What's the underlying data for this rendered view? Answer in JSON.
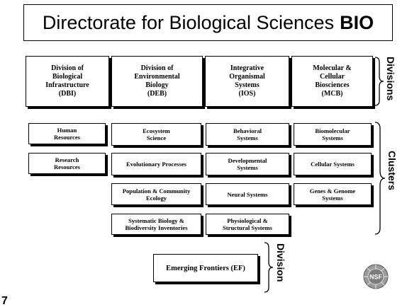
{
  "title": {
    "text": "Directorate for Biological Sciences",
    "abbr": "BIO"
  },
  "divisions": [
    {
      "lines": [
        "Division of",
        "Biological",
        "Infrastructure",
        "(DBI)"
      ]
    },
    {
      "lines": [
        "Division of",
        "Environmental",
        "Biology",
        "(DEB)"
      ]
    },
    {
      "lines": [
        "Integrative",
        "Organismal",
        "Systems",
        "(IOS)"
      ]
    },
    {
      "lines": [
        "Molecular &",
        "Cellular",
        "Biosciences",
        "(MCB)"
      ]
    }
  ],
  "clusters": {
    "dbi": [
      {
        "lines": [
          "Human",
          "Resources"
        ]
      },
      {
        "lines": [
          "Research",
          "Resources"
        ]
      }
    ],
    "deb": [
      {
        "lines": [
          "Ecosystem",
          "Science"
        ]
      },
      {
        "lines": [
          "Evolutionary Processes"
        ]
      },
      {
        "lines": [
          "Population & Community",
          "Ecology"
        ]
      },
      {
        "lines": [
          "Systematic Biology &",
          "Biodiversity Inventories"
        ]
      }
    ],
    "ios": [
      {
        "lines": [
          "Behavioral",
          "Systems"
        ]
      },
      {
        "lines": [
          "Developmental",
          "Systems"
        ]
      },
      {
        "lines": [
          "Neural Systems"
        ]
      },
      {
        "lines": [
          "Physiological &",
          "Structural Systems"
        ]
      }
    ],
    "mcb": [
      {
        "lines": [
          "Biomolecular",
          "Systems"
        ]
      },
      {
        "lines": [
          "Cellular Systems"
        ]
      },
      {
        "lines": [
          "Genes & Genome",
          "Systems"
        ]
      }
    ]
  },
  "emerging": {
    "label": "Emerging Frontiers (EF)"
  },
  "labels": {
    "divisions": "Divisions",
    "clusters": "Clusters",
    "division": "Division"
  },
  "logo": {
    "text": "NSF"
  },
  "corner_mark": "7"
}
